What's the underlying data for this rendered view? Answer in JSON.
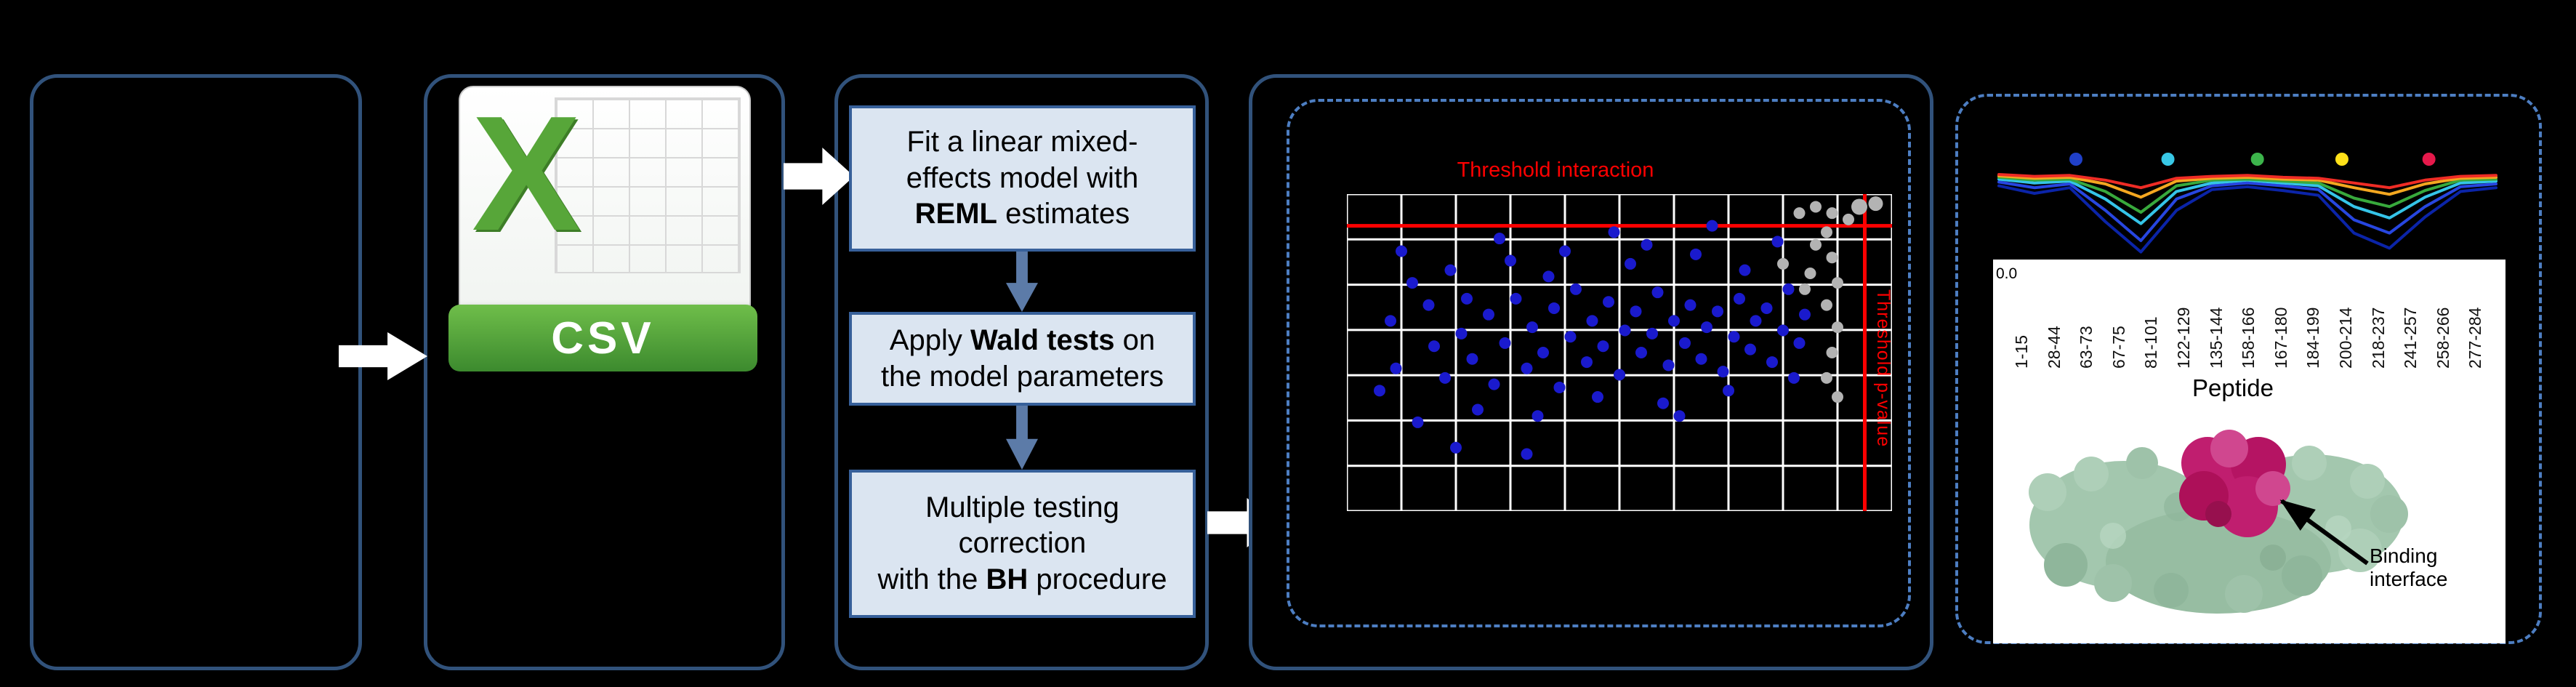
{
  "figure": {
    "background": "#000000",
    "panel_border_color": "#31527b",
    "dashed_border_color": "#4d7ec2",
    "arrow_color": "#ffffff"
  },
  "csv": {
    "x_letter": "X",
    "label": "CSV"
  },
  "steps": {
    "s1": {
      "t1": "Fit a linear mixed-\neffects model with\n",
      "b": "REML",
      "t2": " estimates"
    },
    "s2": {
      "t1": "Apply ",
      "b": "Wald tests",
      "t2": " on\nthe model parameters"
    },
    "s3": {
      "t1": "Multiple testing\ncorrection\nwith the ",
      "b": "BH",
      "t2": " procedure"
    }
  },
  "scatter": {
    "threshold_interaction_label": "Threshold interaction",
    "threshold_pvalue_label": "Threshold p-value",
    "threshold_color": "#ff0000",
    "grid": {
      "cols": 10,
      "rows": 7,
      "color": "#ffffff"
    },
    "h_threshold_pct": 10,
    "v_threshold_pct": 95,
    "blue_color": "#1a1acd",
    "gray_color": "#b3b3b3",
    "blue_points": [
      [
        6,
        62
      ],
      [
        9,
        55
      ],
      [
        13,
        72
      ],
      [
        16,
        48
      ],
      [
        18,
        58
      ],
      [
        21,
        44
      ],
      [
        23,
        52
      ],
      [
        26,
        38
      ],
      [
        27,
        60
      ],
      [
        29,
        47
      ],
      [
        31,
        33
      ],
      [
        33,
        55
      ],
      [
        34,
        42
      ],
      [
        36,
        50
      ],
      [
        38,
        36
      ],
      [
        39,
        61
      ],
      [
        41,
        45
      ],
      [
        42,
        30
      ],
      [
        44,
        53
      ],
      [
        45,
        40
      ],
      [
        47,
        48
      ],
      [
        48,
        34
      ],
      [
        50,
        57
      ],
      [
        51,
        43
      ],
      [
        53,
        37
      ],
      [
        54,
        50
      ],
      [
        56,
        44
      ],
      [
        57,
        31
      ],
      [
        59,
        54
      ],
      [
        60,
        40
      ],
      [
        62,
        47
      ],
      [
        63,
        35
      ],
      [
        65,
        52
      ],
      [
        66,
        42
      ],
      [
        68,
        37
      ],
      [
        69,
        56
      ],
      [
        71,
        45
      ],
      [
        72,
        33
      ],
      [
        74,
        49
      ],
      [
        75,
        40
      ],
      [
        77,
        36
      ],
      [
        78,
        53
      ],
      [
        80,
        43
      ],
      [
        81,
        30
      ],
      [
        83,
        47
      ],
      [
        84,
        38
      ],
      [
        12,
        28
      ],
      [
        19,
        24
      ],
      [
        30,
        21
      ],
      [
        40,
        18
      ],
      [
        52,
        22
      ],
      [
        64,
        19
      ],
      [
        73,
        24
      ],
      [
        8,
        40
      ],
      [
        24,
        68
      ],
      [
        35,
        70
      ],
      [
        58,
        66
      ],
      [
        70,
        62
      ],
      [
        15,
        35
      ],
      [
        46,
        64
      ],
      [
        61,
        70
      ],
      [
        28,
        14
      ],
      [
        49,
        12
      ],
      [
        67,
        10
      ],
      [
        79,
        15
      ],
      [
        82,
        58
      ],
      [
        10,
        18
      ],
      [
        22,
        33
      ],
      [
        37,
        26
      ],
      [
        55,
        16
      ],
      [
        20,
        80
      ],
      [
        33,
        82
      ]
    ],
    "gray_points": [
      [
        88,
        12
      ],
      [
        89,
        20
      ],
      [
        90,
        28
      ],
      [
        88,
        35
      ],
      [
        90,
        42
      ],
      [
        89,
        50
      ],
      [
        88,
        58
      ],
      [
        90,
        64
      ],
      [
        86,
        16
      ],
      [
        85,
        25
      ],
      [
        92,
        8
      ],
      [
        83,
        6
      ],
      [
        86,
        4
      ],
      [
        89,
        6
      ],
      [
        80,
        22
      ],
      [
        84,
        30
      ],
      [
        94,
        4,
        11
      ],
      [
        97,
        3,
        10
      ]
    ]
  },
  "profile": {
    "y_min_label": "0.0",
    "x_axis_title": "Peptide"
  },
  "chart_data": {
    "type": "line",
    "title": "",
    "xlabel": "Peptide",
    "ylabel": "",
    "ylim": [
      0.0,
      1.0
    ],
    "categories": [
      "1-15",
      "28-44",
      "63-73",
      "67-75",
      "81-101",
      "122-129",
      "135-144",
      "158-166",
      "167-180",
      "184-199",
      "200-214",
      "218-237",
      "241-257",
      "258-266",
      "277-284"
    ],
    "legend_dots": [
      {
        "color": "#2040c8",
        "pos": 0.155
      },
      {
        "color": "#38c8e6",
        "pos": 0.34
      },
      {
        "color": "#3cb44b",
        "pos": 0.52
      },
      {
        "color": "#ffe119",
        "pos": 0.69
      },
      {
        "color": "#e6194b",
        "pos": 0.865
      }
    ],
    "series": [
      {
        "name": "navy",
        "color": "#0b24a8",
        "values": [
          0.88,
          0.8,
          0.86,
          0.5,
          0.18,
          0.62,
          0.84,
          0.87,
          0.83,
          0.78,
          0.38,
          0.22,
          0.55,
          0.82,
          0.86
        ]
      },
      {
        "name": "blue",
        "color": "#2746e0",
        "values": [
          0.92,
          0.86,
          0.9,
          0.62,
          0.3,
          0.74,
          0.88,
          0.91,
          0.88,
          0.84,
          0.52,
          0.38,
          0.66,
          0.87,
          0.9
        ]
      },
      {
        "name": "cyan",
        "color": "#35c4e8",
        "values": [
          0.95,
          0.91,
          0.93,
          0.74,
          0.48,
          0.82,
          0.91,
          0.94,
          0.91,
          0.88,
          0.66,
          0.54,
          0.76,
          0.91,
          0.93
        ]
      },
      {
        "name": "green",
        "color": "#38a93c",
        "values": [
          0.97,
          0.94,
          0.95,
          0.82,
          0.6,
          0.88,
          0.94,
          0.95,
          0.93,
          0.91,
          0.75,
          0.66,
          0.83,
          0.94,
          0.95
        ]
      },
      {
        "name": "orange",
        "color": "#f4a720",
        "values": [
          0.985,
          0.96,
          0.97,
          0.9,
          0.76,
          0.93,
          0.96,
          0.97,
          0.95,
          0.94,
          0.86,
          0.79,
          0.9,
          0.96,
          0.97
        ]
      },
      {
        "name": "red",
        "color": "#ef2c25",
        "values": [
          1.0,
          0.98,
          0.99,
          0.94,
          0.86,
          0.96,
          0.98,
          0.99,
          0.97,
          0.96,
          0.91,
          0.86,
          0.94,
          0.98,
          0.99
        ]
      }
    ]
  },
  "protein": {
    "binding_label": "Binding\ninterface"
  }
}
